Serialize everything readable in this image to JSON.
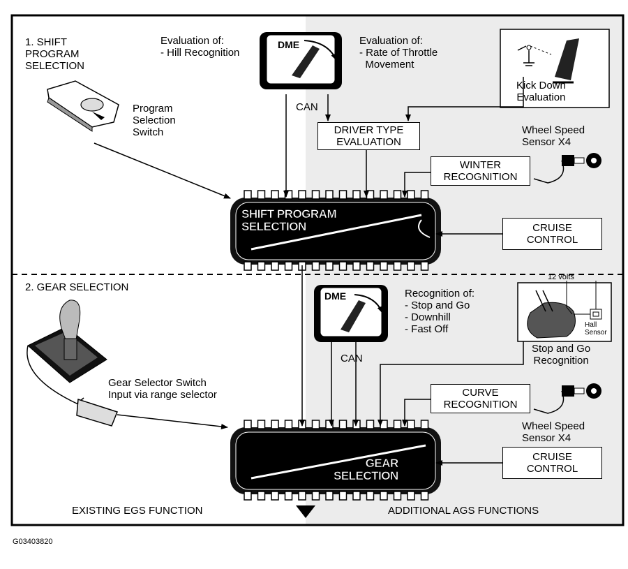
{
  "sections": {
    "top_title": "1. SHIFT\nPROGRAM\nSELECTION",
    "bottom_title": "2. GEAR SELECTION"
  },
  "top": {
    "eval_hill": "Evaluation of:\n- Hill Recognition",
    "eval_throttle": "Evaluation of:\n- Rate of Throttle\n  Movement",
    "kick_down": "Kick Down\nEvaluation",
    "program_switch": "Program\nSelection\nSwitch",
    "dme": "DME",
    "can": "CAN",
    "driver_type": "DRIVER TYPE\nEVALUATION",
    "wheel_speed": "Wheel Speed\nSensor X4",
    "winter": "WINTER\nRECOGNITION",
    "cruise": "CRUISE\nCONTROL",
    "ecu": "SHIFT PROGRAM\nSELECTION"
  },
  "bottom": {
    "dme": "DME",
    "can": "CAN",
    "recognition": "Recognition of:\n- Stop and Go\n- Downhill\n- Fast Off",
    "twelve_volts": "12 volts",
    "hall_sensor": "Hall\nSensor",
    "stop_go": "Stop and Go\nRecognition",
    "gear_switch": "Gear Selector Switch\nInput via range selector",
    "curve": "CURVE\nRECOGNITION",
    "wheel_speed": "Wheel Speed\nSensor X4",
    "cruise": "CRUISE\nCONTROL",
    "ecu": "GEAR\nSELECTION"
  },
  "footer": {
    "existing": "EXISTING EGS FUNCTION",
    "additional": "ADDITIONAL AGS FUNCTIONS",
    "figure_id": "G03403820"
  },
  "colors": {
    "shade": "#ececec",
    "ink": "#000000",
    "ecu_body": "#111111"
  }
}
